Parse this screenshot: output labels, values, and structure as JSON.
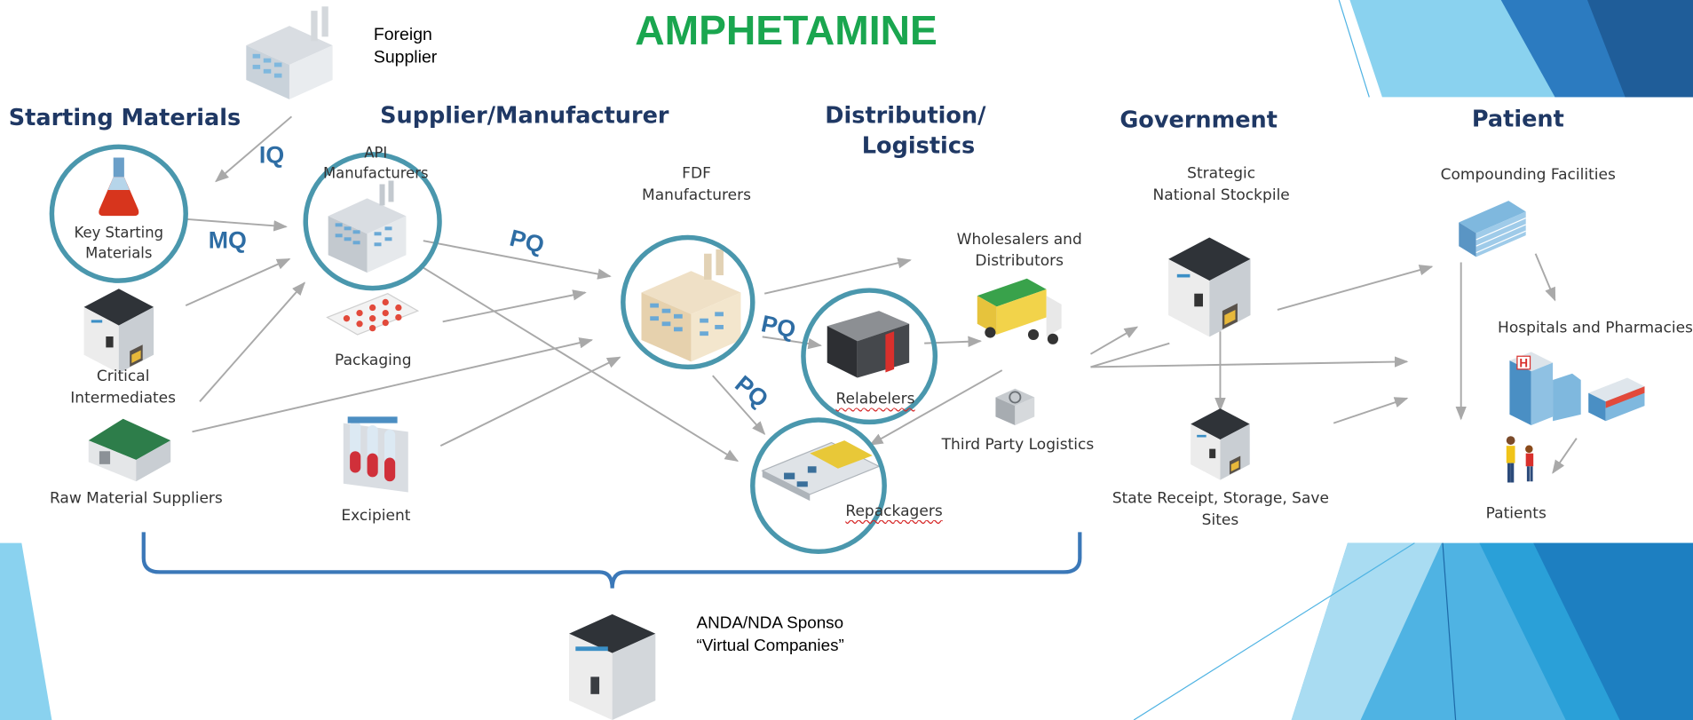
{
  "title": "AMPHETAMINE",
  "headers": {
    "starting_materials": "Starting Materials",
    "supplier_manufacturer": "Supplier/Manufacturer",
    "distribution_line1": "Distribution/",
    "distribution_line2": "Logistics",
    "government": "Government",
    "patient": "Patient"
  },
  "nodes": {
    "foreign_supplier": [
      "Foreign",
      "Supplier"
    ],
    "key_starting_materials": [
      "Key Starting",
      "Materials"
    ],
    "critical_intermediates": [
      "Critical",
      "Intermediates"
    ],
    "raw_material_suppliers": "Raw Material Suppliers",
    "api_manufacturers": [
      "API",
      "Manufacturers"
    ],
    "packaging": "Packaging",
    "excipient": "Excipient",
    "fdf_manufacturers": [
      "FDF",
      "Manufacturers"
    ],
    "wholesalers": [
      "Wholesalers and",
      "Distributors"
    ],
    "relabelers": "Relabelers",
    "third_party_logistics": "Third Party Logistics",
    "repackagers": "Repackagers",
    "strategic_stockpile": [
      "Strategic",
      "National Stockpile"
    ],
    "state_receipt": [
      "State Receipt, Storage, Save",
      "Sites"
    ],
    "compounding": "Compounding Facilities",
    "hospitals": "Hospitals and Pharmacies",
    "patients": "Patients",
    "sponsor": [
      "ANDA/NDA Sponso",
      "“Virtual Companies”"
    ]
  },
  "qualifications": {
    "iq": "IQ",
    "mq": "MQ",
    "pq_supplier": "PQ",
    "pq_relabelers": "PQ",
    "pq_repackagers": "PQ"
  },
  "icons": [
    "factory-icon",
    "flask-icon",
    "warehouse-icon",
    "barn-icon",
    "pill-blister-icon",
    "test-tubes-icon",
    "truck-icon",
    "server-rack-icon",
    "cooling-unit-icon",
    "floorplan-icon",
    "hospital-icon",
    "pharmacy-icon",
    "people-icon",
    "office-building-icon"
  ],
  "colors": {
    "title": "#1aa64f",
    "header": "#1f3864",
    "qualification_label": "#2e6da4",
    "highlight_circle": "#4a97ad",
    "bracket": "#3b78b8",
    "arrow": "#a9a9a9",
    "accent_blue": "#4fb3e3"
  }
}
